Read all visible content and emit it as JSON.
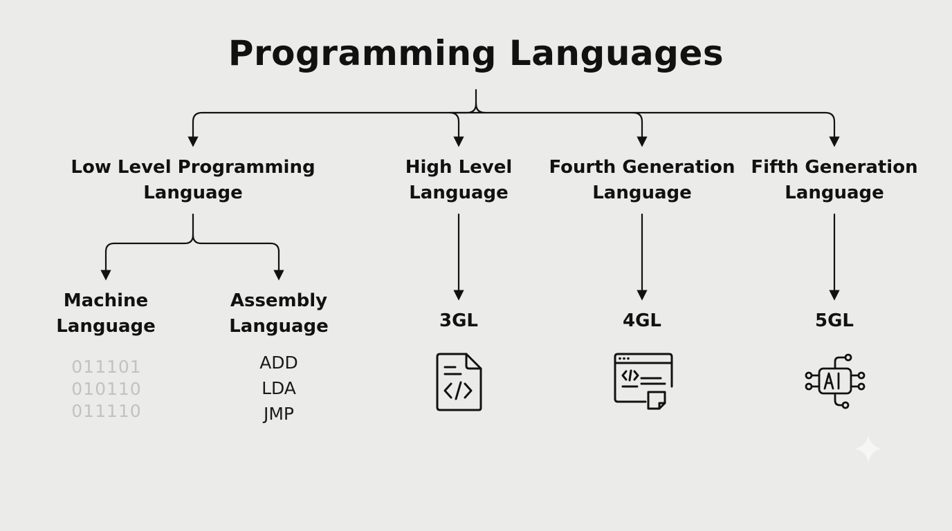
{
  "title": "Programming Languages",
  "categories": {
    "low_level": {
      "line1": "Low Level Programming",
      "line2": "Language"
    },
    "high_level": {
      "line1": "High Level",
      "line2": "Language"
    },
    "fourth_gen": {
      "line1": "Fourth Generation",
      "line2": "Language"
    },
    "fifth_gen": {
      "line1": "Fifth Generation",
      "line2": "Language"
    }
  },
  "low_level_children": {
    "machine": {
      "line1": "Machine",
      "line2": "Language",
      "examples": [
        "011101",
        "010110",
        "011110"
      ]
    },
    "assembly": {
      "line1": "Assembly",
      "line2": "Language",
      "examples": [
        "ADD",
        "LDA",
        "JMP"
      ]
    }
  },
  "generations": {
    "high_level": "3GL",
    "fourth_gen": "4GL",
    "fifth_gen": "5GL"
  },
  "icons": {
    "high_level": "code-file-icon",
    "fourth_gen": "code-window-icon",
    "fifth_gen": "ai-chip-icon"
  },
  "colors": {
    "background": "#ebebe9",
    "text": "#111111",
    "binary": "#c2c2c0"
  }
}
